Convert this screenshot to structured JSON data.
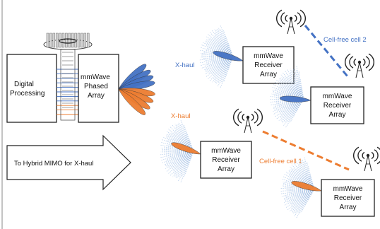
{
  "left_panel": {
    "digital_label": [
      "Digital",
      "Processing"
    ],
    "phased_label": [
      "mmWave",
      "Phased",
      "Array"
    ],
    "arrow_label": "To Hybrid MIMO for X-haul"
  },
  "links": {
    "xhaul_blue": "X-haul",
    "xhaul_orange": "X-haul",
    "cell_free_2": "Cell-free cell 2",
    "cell_free_1": "Cell-free cell 1"
  },
  "receivers": [
    {
      "lines": [
        "mmWave",
        "Receiver",
        "Array"
      ]
    },
    {
      "lines": [
        "mmWave",
        "Receiver",
        "Array"
      ]
    },
    {
      "lines": [
        "mmWave",
        "Receiver",
        "Array"
      ]
    },
    {
      "lines": [
        "mmWave",
        "Receiver",
        "Array"
      ]
    }
  ],
  "colors": {
    "blue": "#4472c4",
    "orange": "#ed7d31",
    "pattern": "#a8c3e6",
    "link_blue": "#4472c4",
    "link_orange": "#ed7d31"
  }
}
